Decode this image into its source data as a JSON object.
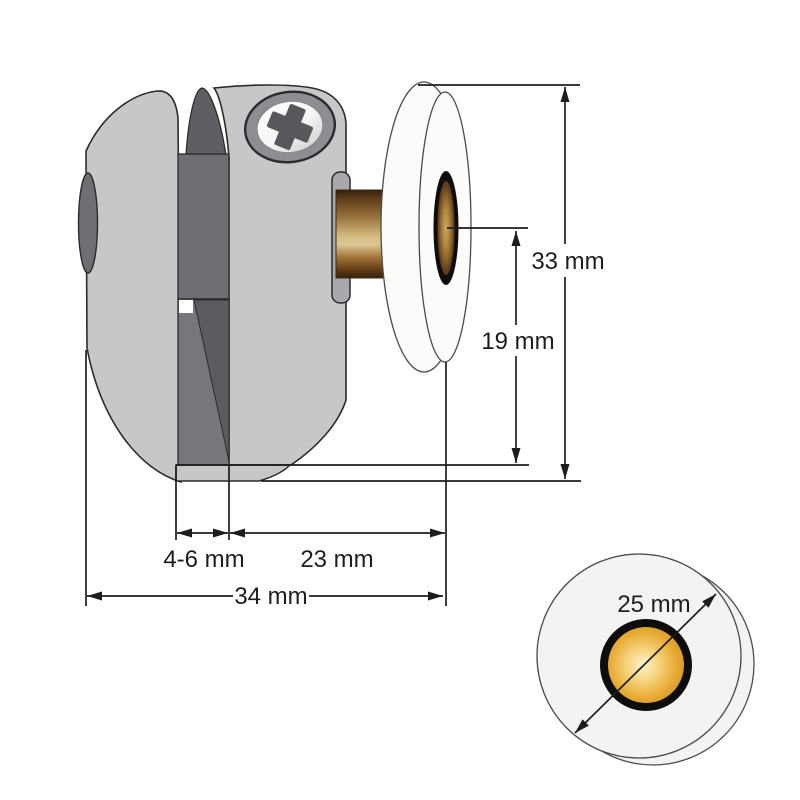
{
  "diagram": {
    "name": "shower-door-roller-technical-drawing",
    "views": {
      "side_view": {
        "description": "Side view of a single shower door roller: glass clamp bracket with screw, brass axle and white wheel, with dimension lines",
        "dimensions": {
          "overall_height": "33 mm",
          "wheel_center_to_base": "19 mm",
          "glass_thickness": "4-6 mm",
          "bracket_to_wheel_center": "23 mm",
          "overall_depth": "34 mm"
        }
      },
      "front_detail": {
        "description": "Front detail view of the wheel with brass hub",
        "dimensions": {
          "wheel_diameter": "25 mm"
        }
      }
    },
    "colors": {
      "bracket_body": "#c7c6c8",
      "bracket_tab": "#a9a8ac",
      "slot_dark": "#6f6e72",
      "slot_mid": "#77767b",
      "slot_shadow": "#5c5b5f",
      "screw_ring": "#8e8d91",
      "phillips_cross": "#58575b",
      "axle_brass_light": "#dcc795",
      "axle_brass_dark": "#38220a",
      "hub_gold": "#e8ab35",
      "wheel_white": "#fbfbfa",
      "detail_face": "#f3f3f2",
      "line_color": "#1d1d1f",
      "outline": "#2b2a2e"
    }
  }
}
